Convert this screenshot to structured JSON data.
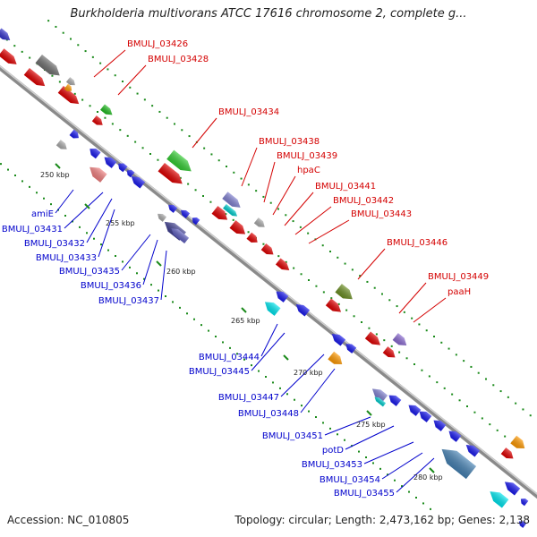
{
  "title": "Burkholderia multivorans ATCC 17616 chromosome 2, complete g...",
  "footer": {
    "accession": "Accession: NC_010805",
    "summary": "Topology: circular; Length: 2,473,162 bp; Genes: 2,138"
  },
  "colors": {
    "forward_label": "#d40000",
    "reverse_label": "#0000cc",
    "backbone": "#8a8a8a",
    "tick": "#1a8a1a"
  },
  "ticks": [
    "250 kbp",
    "255 kbp",
    "260 kbp",
    "265 kbp",
    "270 kbp",
    "275 kbp",
    "280 kbp"
  ],
  "forward_labels": [
    "BMULJ_03426",
    "BMULJ_03428",
    "BMULJ_03434",
    "BMULJ_03438",
    "BMULJ_03439",
    "hpaC",
    "BMULJ_03441",
    "BMULJ_03442",
    "BMULJ_03443",
    "BMULJ_03446",
    "BMULJ_03449",
    "paaH"
  ],
  "reverse_labels": [
    "amiE",
    "BMULJ_03431",
    "BMULJ_03432",
    "BMULJ_03433",
    "BMULJ_03435",
    "BMULJ_03436",
    "BMULJ_03437",
    "BMULJ_03444",
    "BMULJ_03445",
    "BMULJ_03447",
    "BMULJ_03448",
    "BMULJ_03451",
    "potD",
    "BMULJ_03453",
    "BMULJ_03454",
    "BMULJ_03455"
  ]
}
